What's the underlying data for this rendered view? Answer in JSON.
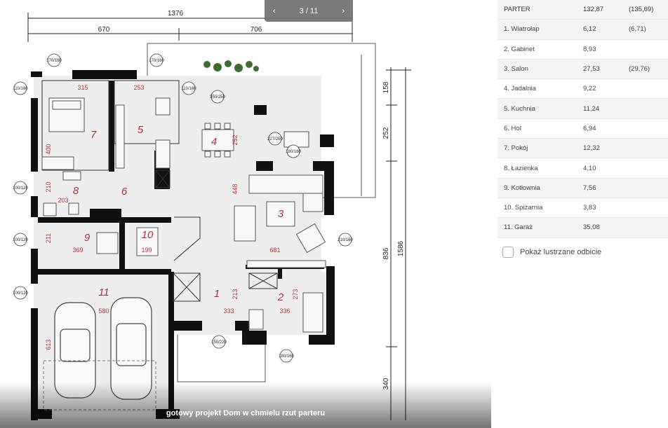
{
  "pager": {
    "prev_icon": "chevron-left-icon",
    "counter": "3 / 11",
    "next_icon": "chevron-right-icon"
  },
  "caption": "gotowy projekt Dom w chmielu rzut parteru",
  "plan": {
    "dims_top": {
      "total": "1376",
      "left": "670",
      "right": "706"
    },
    "dims_right": {
      "a": "158",
      "b": "252",
      "c": "836",
      "d": "1586",
      "e": "340"
    },
    "inner_dims": [
      "315",
      "253",
      "400",
      "252",
      "448",
      "210",
      "203",
      "211",
      "369",
      "199",
      "681",
      "213",
      "333",
      "336",
      "273",
      "580",
      "613"
    ],
    "window_tags": [
      "170/160",
      "170/160",
      "110/160",
      "110/160",
      "100/120",
      "100/120",
      "100/120",
      "210/160",
      "350/250",
      "227/250",
      "180/160",
      "150/220",
      "180/160"
    ],
    "rooms": [
      "1",
      "2",
      "3",
      "4",
      "5",
      "6",
      "7",
      "8",
      "9",
      "10",
      "11"
    ]
  },
  "table": {
    "header": {
      "name": "PARTER",
      "area": "132,87",
      "alt": "(135,69)"
    },
    "rows": [
      {
        "name": "1. Wiatrołap",
        "area": "6,12",
        "alt": "(6,71)"
      },
      {
        "name": "2. Gabinet",
        "area": "8,93",
        "alt": ""
      },
      {
        "name": "3. Salon",
        "area": "27,53",
        "alt": "(29,76)"
      },
      {
        "name": "4. Jadalnia",
        "area": "9,22",
        "alt": ""
      },
      {
        "name": "5. Kuchnia",
        "area": "11,24",
        "alt": ""
      },
      {
        "name": "6. Hol",
        "area": "6,94",
        "alt": ""
      },
      {
        "name": "7. Pokój",
        "area": "12,32",
        "alt": ""
      },
      {
        "name": "8. Łazienka",
        "area": "4,10",
        "alt": ""
      },
      {
        "name": "9. Kotłownia",
        "area": "7,56",
        "alt": ""
      },
      {
        "name": "10. Spiżarnia",
        "area": "3,83",
        "alt": ""
      },
      {
        "name": "11. Garaż",
        "area": "35,08",
        "alt": ""
      }
    ]
  },
  "mirror_label": "Pokaż lustrzane odbicie"
}
